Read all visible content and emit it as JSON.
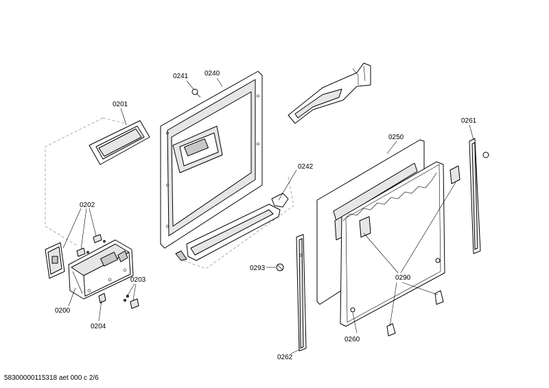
{
  "labels": {
    "p0200": "0200",
    "p0201": "0201",
    "p0202": "0202",
    "p0203": "0203",
    "p0204": "0204",
    "p0240": "0240",
    "p0241": "0241",
    "p0242": "0242",
    "p0250": "0250",
    "p0260": "0260",
    "p0261": "0261",
    "p0262": "0262",
    "p0290": "0290",
    "p0293": "0293"
  },
  "footer": "58300000115318 aet 000 c 2/6"
}
